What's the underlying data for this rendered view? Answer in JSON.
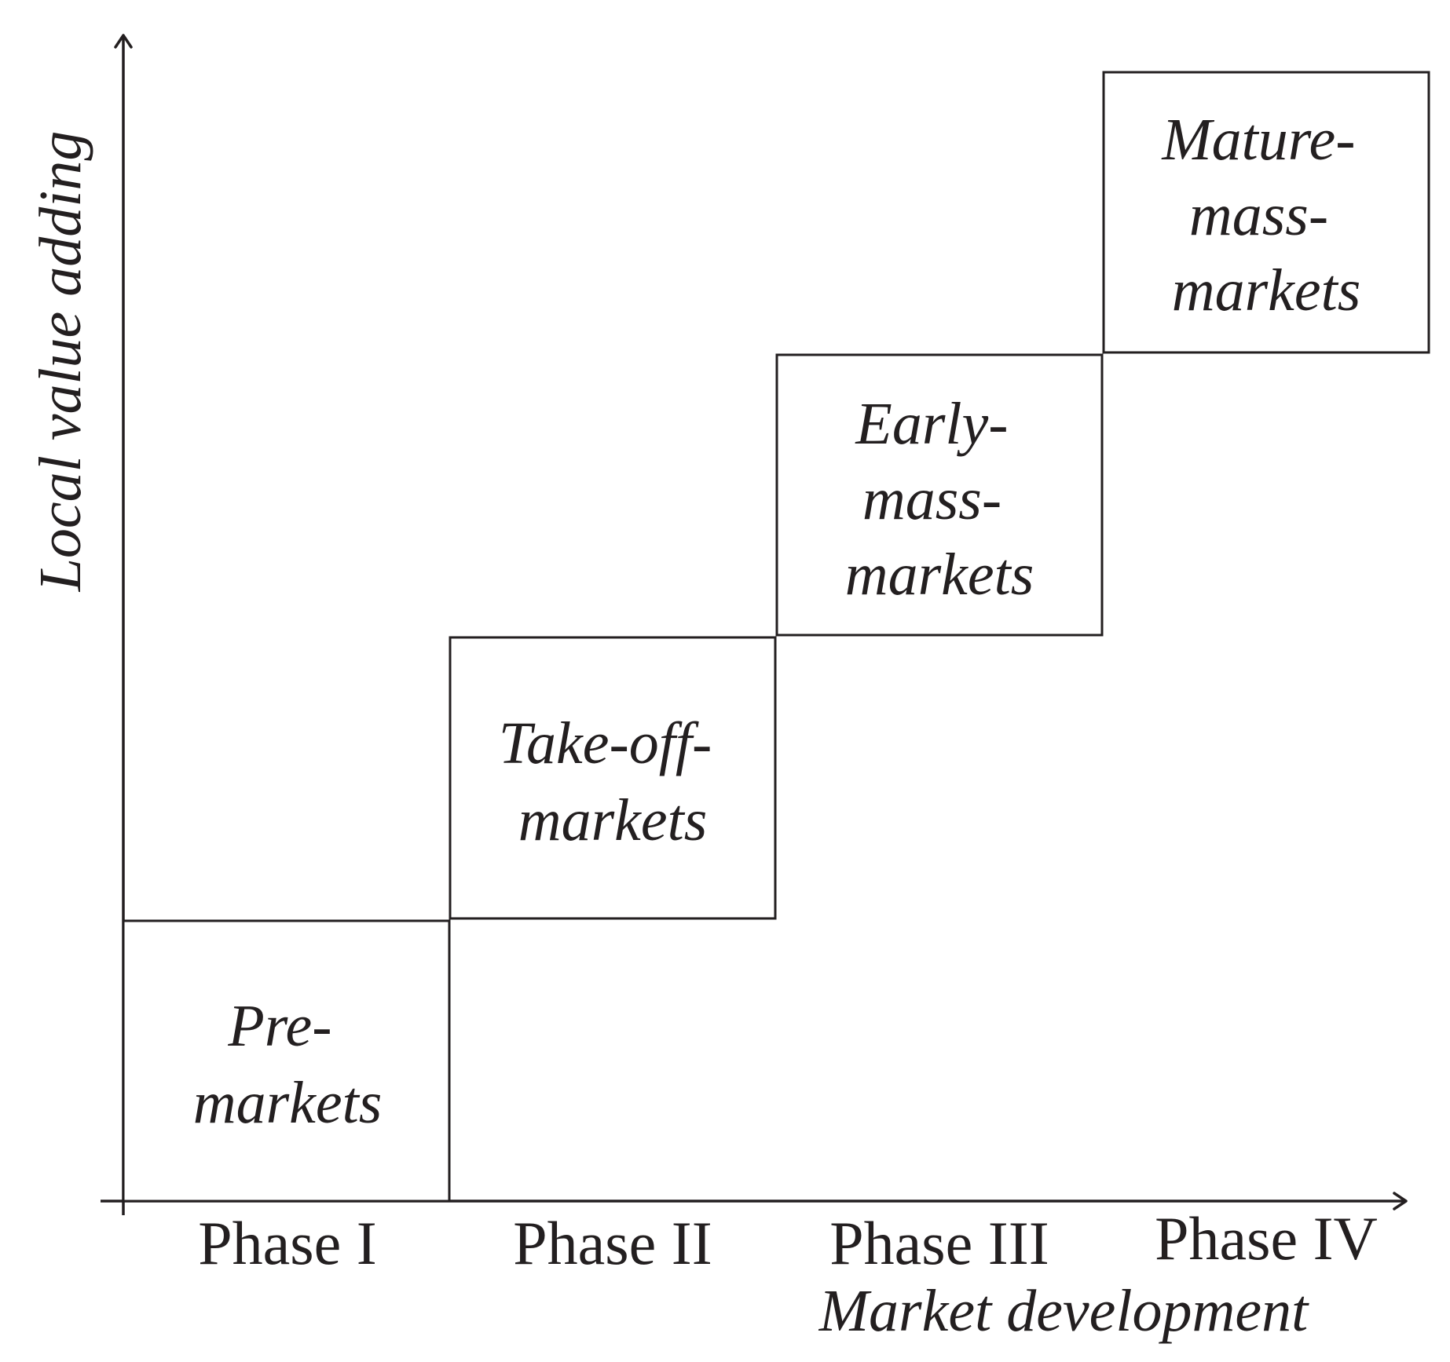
{
  "axes": {
    "y_label": "Local value adding",
    "x_label": "Market development"
  },
  "phases": [
    {
      "label": "Phase I"
    },
    {
      "label": "Phase II"
    },
    {
      "label": "Phase III"
    },
    {
      "label": "Phase IV"
    }
  ],
  "stages": [
    {
      "lines": [
        "Pre-",
        "markets"
      ]
    },
    {
      "lines": [
        "Take-off-",
        "markets"
      ]
    },
    {
      "lines": [
        "Early-",
        "mass-",
        "markets"
      ]
    },
    {
      "lines": [
        "Mature-",
        "mass-",
        "markets"
      ]
    }
  ]
}
